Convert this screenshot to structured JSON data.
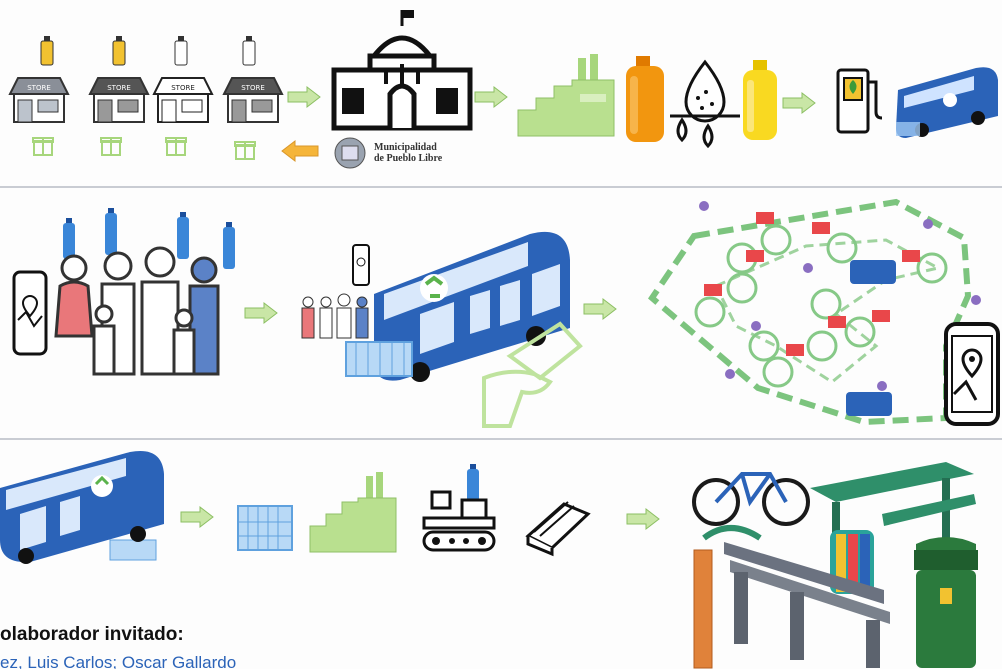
{
  "colors": {
    "accent_green": "#a7d67c",
    "bus_blue": "#2b63b8",
    "bottle_blue": "#3a86d8",
    "route_green": "#7cc47e",
    "marker_red": "#e9474a",
    "bench_gray": "#6b7280",
    "table_green": "#2f8f6a",
    "bin_green": "#2b7a3d"
  },
  "top_flow": {
    "store_sign": "STORE",
    "municipality_name_line1": "Municipalidad",
    "municipality_name_line2": "de Pueblo Libre",
    "icons": [
      "store-icon",
      "gift-icon",
      "oil-bottle-icon",
      "municipality-building-icon",
      "factory-icon",
      "oil-jug-icon",
      "water-drop-filter-icon",
      "fuel-pump-icon",
      "bus-icon"
    ]
  },
  "middle_flow": {
    "icons": [
      "smartphone-map-icon",
      "family-icon",
      "water-bottle-icon",
      "recycling-bus-icon",
      "route-map-icon",
      "hand-bottle-icon"
    ]
  },
  "bottom_flow": {
    "icons": [
      "bus-icon",
      "crate-icon",
      "factory-icon",
      "machine-icon",
      "plastic-lumber-icon",
      "bike-rack-icon",
      "picnic-table-icon",
      "bench-icon",
      "trash-bin-icon"
    ]
  },
  "footer": {
    "collaborator_heading": "olaborador invitado:",
    "collaborator_name_fragment": "ez, Luis Carlos; Oscar Gallardo"
  }
}
